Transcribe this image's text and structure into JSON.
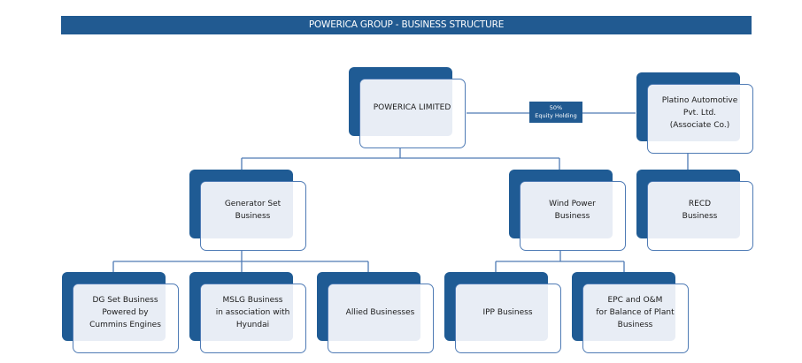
{
  "banner": {
    "title": "POWERICA GROUP - BUSINESS STRUCTURE"
  },
  "colors": {
    "brand": "#215a91",
    "box_fill": "#e8edf5",
    "line": "#4f7bb5"
  },
  "equity_link": {
    "label": "50%\nEquity Holding"
  },
  "nodes": {
    "powerica": {
      "label": "POWERICA LIMITED"
    },
    "platino": {
      "label": "Platino Automotive\nPvt. Ltd.\n(Associate Co.)"
    },
    "genset": {
      "label": "Generator Set\nBusiness"
    },
    "wind": {
      "label": "Wind Power\nBusiness"
    },
    "recd": {
      "label": "RECD\nBusiness"
    },
    "dgset": {
      "label": "DG Set Business\nPowered by\nCummins Engines"
    },
    "mslg": {
      "label": "MSLG Business\nin association with\nHyundai"
    },
    "allied": {
      "label": "Allied Businesses"
    },
    "ipp": {
      "label": "IPP Business"
    },
    "epc": {
      "label": "EPC and O&M\nfor Balance of Plant\nBusiness"
    }
  }
}
